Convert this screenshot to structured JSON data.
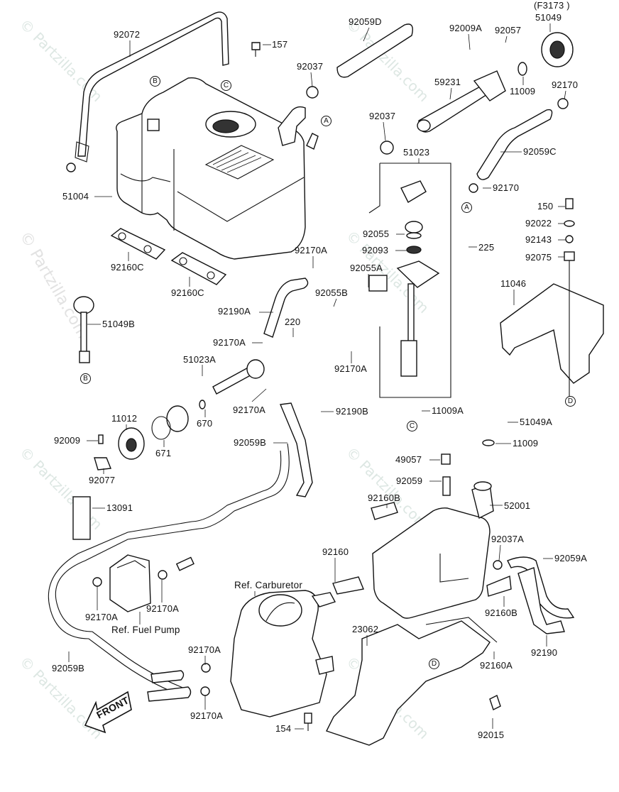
{
  "diagram": {
    "figure_code": "(F3173 )",
    "watermark": "© Partzilla.com",
    "front_arrow": "FRONT",
    "reference_labels": {
      "carburetor": "Ref. Carburetor",
      "fuel_pump": "Ref. Fuel Pump"
    },
    "callouts": [
      "A",
      "B",
      "C",
      "D"
    ],
    "part_labels": {
      "p92072": "92072",
      "p157": "157",
      "p92037_top": "92037",
      "p92059D": "92059D",
      "p92009A": "92009A",
      "p92057": "92057",
      "p51049": "51049",
      "p59231": "59231",
      "p11009_top": "11009",
      "p92170_top": "92170",
      "p92037_mid": "92037",
      "p51023": "51023",
      "p92059C": "92059C",
      "p92170_mid": "92170",
      "p51004": "51004",
      "p150": "150",
      "p92022": "92022",
      "p92143": "92143",
      "p92075": "92075",
      "p92160C_1": "92160C",
      "p92160C_2": "92160C",
      "p92055": "92055",
      "p92093": "92093",
      "p225": "225",
      "p92170A_1": "92170A",
      "p92055A": "92055A",
      "p11046": "11046",
      "p92055B": "92055B",
      "p92190A": "92190A",
      "p51049B": "51049B",
      "p220": "220",
      "p92170A_2": "92170A",
      "p92170A_3": "92170A",
      "p51023A": "51023A",
      "p92170A_4": "92170A",
      "p92190B": "92190B",
      "p670": "670",
      "p11009A": "11009A",
      "p51049A": "51049A",
      "p11012": "11012",
      "p671": "671",
      "p92009": "92009",
      "p92059B_1": "92059B",
      "p11009_low": "11009",
      "p49057": "49057",
      "p92077": "92077",
      "p92059": "92059",
      "p52001": "52001",
      "p13091": "13091",
      "p92160B_1": "92160B",
      "p92037A": "92037A",
      "p92160": "92160",
      "p92059A": "92059A",
      "p92170A_5": "92170A",
      "p92170A_6": "92170A",
      "p92160B_2": "92160B",
      "p23062": "23062",
      "p92190": "92190",
      "p92170A_7": "92170A",
      "p92059B_2": "92059B",
      "p92160A": "92160A",
      "p92170A_8": "92170A",
      "p154": "154",
      "p92015": "92015"
    }
  }
}
